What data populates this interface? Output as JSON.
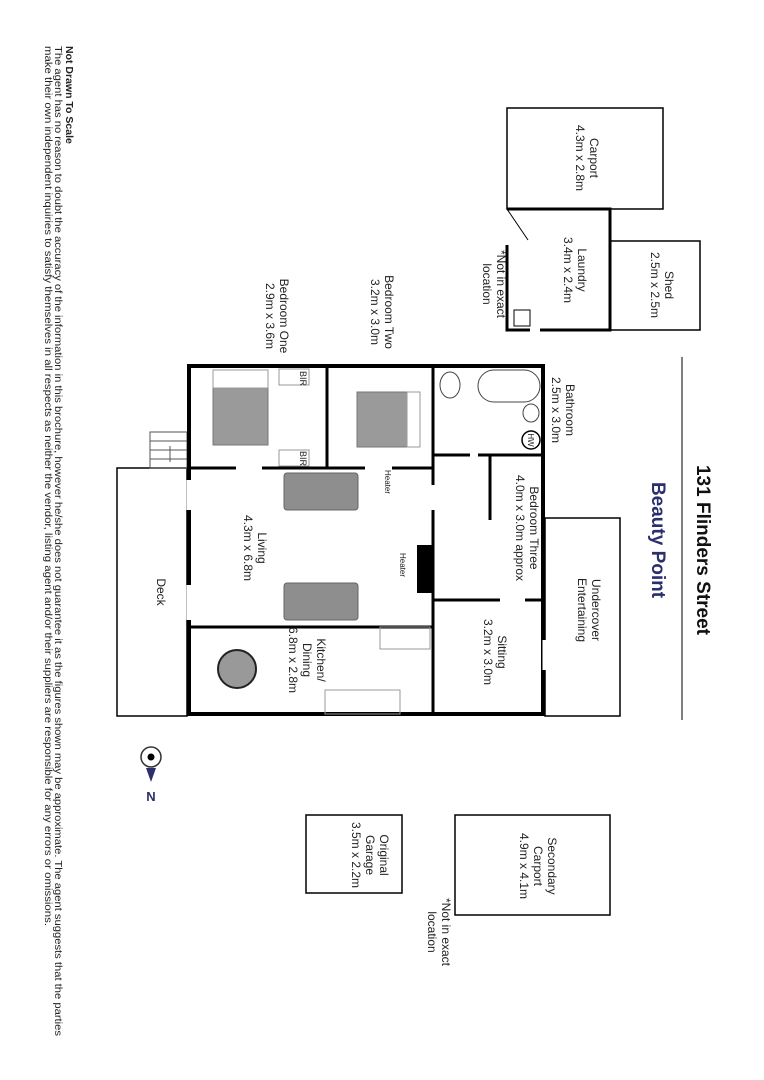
{
  "title": "131 Flinders Street",
  "subtitle": "Beauty Point",
  "disclaimer": {
    "heading": "Not Drawn To Scale",
    "line1": "The agent has no reason to doubt the accuracy of the information in this brochure, however he/she does not guarantee it as the figures shown may be approximate. The agent suggests that the parties",
    "line2": "make their own independent inquiries to satisfy themselves in all respects as neither the vendor, listing agent and/or their suppliers are responsible for any errors or omissions."
  },
  "rooms": {
    "carport": {
      "name": "Carport",
      "size": "4.3m x 2.8m"
    },
    "laundry": {
      "name": "Laundry",
      "size": "3.4m x 2.4m"
    },
    "shed": {
      "name": "Shed",
      "size": "2.5m x 2.5m"
    },
    "bedroom_one": {
      "name": "Bedroom One",
      "size": "2.9m x 3.6m"
    },
    "bedroom_two": {
      "name": "Bedroom Two",
      "size": "3.2m x 3.0m"
    },
    "bathroom": {
      "name": "Bathroom",
      "size": "2.5m x 3.0m"
    },
    "bedroom_three": {
      "name": "Bedroom Three",
      "size": "4.0m x 3.0m approx"
    },
    "living": {
      "name": "Living",
      "size": "4.3m x 6.8m"
    },
    "kitchen": {
      "name": "Kitchen/",
      "name2": "Dining",
      "size": "6.8m x 2.8m"
    },
    "sitting": {
      "name": "Sitting",
      "size": "3.2m x 3.0m"
    },
    "undercover": {
      "name": "Undercover",
      "name2": "Entertaining"
    },
    "deck": {
      "name": "Deck"
    },
    "garage": {
      "name": "Original",
      "name2": "Garage",
      "size": "3.5m x 2.2m"
    },
    "secondary_carport": {
      "name": "Secondary",
      "name2": "Carport",
      "size": "4.9m x 4.1m"
    }
  },
  "notes": {
    "not_exact_1a": "*Not in exact",
    "not_exact_1b": "location",
    "not_exact_2a": "*Not in exact",
    "not_exact_2b": "location"
  },
  "fixtures": {
    "bir": "BIR",
    "heater": "Heater",
    "hw": "HW"
  },
  "compass": {
    "label": "N"
  }
}
